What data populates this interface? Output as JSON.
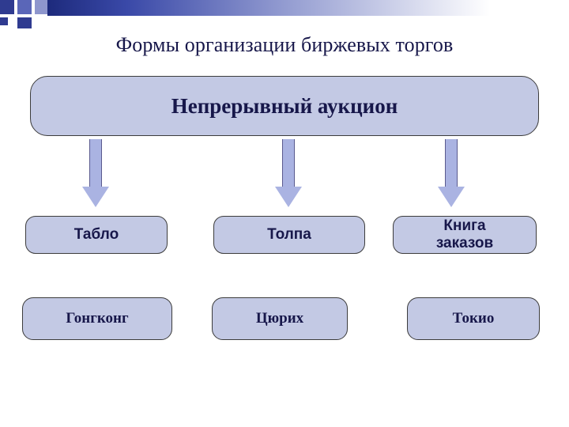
{
  "slide": {
    "title": "Формы организации биржевых торгов",
    "main_box": "Непрерывный аукцион",
    "middle_row": [
      {
        "label": "Табло"
      },
      {
        "label": "Толпа"
      },
      {
        "label": "Книга\nзаказов"
      }
    ],
    "bottom_row": [
      {
        "label": "Гонгконг"
      },
      {
        "label": "Цюрих"
      },
      {
        "label": "Токио"
      }
    ],
    "colors": {
      "box_fill": "#c3c9e4",
      "box_border": "#3c3c3c",
      "text": "#17174a",
      "arrow_fill": "#aab3e2",
      "deco_dark": "#2f3b90"
    },
    "arrows": [
      {
        "name": "arrow-to-tablo"
      },
      {
        "name": "arrow-to-tolpa"
      },
      {
        "name": "arrow-to-kniga-zakazov"
      }
    ]
  }
}
